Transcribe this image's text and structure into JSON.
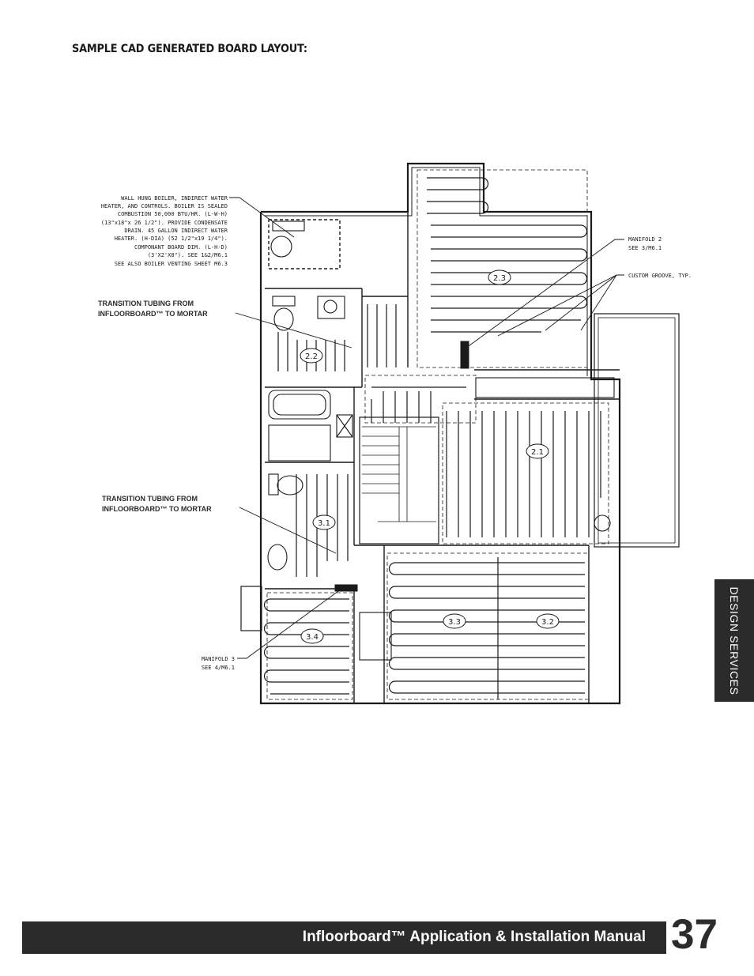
{
  "page": {
    "heading": "SAMPLE CAD GENERATED BOARD LAYOUT:",
    "side_tab": "DESIGN SERVICES",
    "footer_title": "Infloorboard™  Application & Installation Manual",
    "page_number": "37"
  },
  "plan": {
    "boiler_note": [
      "WALL HUNG BOILER, INDIRECT WATER",
      "HEATER, AND CONTROLS. BOILER IS SEALED",
      "COMBUSTION 50,000 BTU/HR. (L-W-H)",
      "(13\"x18\"x 26 1/2\"). PROVIDE CONDENSATE",
      "DRAIN. 45 GALLON INDIRECT WATER",
      "HEATER. (H-DIA) (52 1/2\"x19 1/4\").",
      "COMPONANT BOARD DIM. (L-H-D)",
      "(3'X2'X8\"). SEE 1&2/M6.1",
      "SEE ALSO BOILER VENTING SHEET M6.3"
    ],
    "transition_note_1": [
      "TRANSITION TUBING FROM",
      "INFLOORBOARD™ TO MORTAR"
    ],
    "transition_note_2": [
      "TRANSITION TUBING FROM",
      "INFLOORBOARD™ TO MORTAR"
    ],
    "manifold_2": [
      "MANIFOLD 2",
      "SEE 3/M6.1"
    ],
    "custom_groove": "CUSTOM GROOVE, TYP.",
    "manifold_3": [
      "MANIFOLD 3",
      "SEE 4/M6.1"
    ],
    "zones": [
      "2.3",
      "2.2",
      "2.1",
      "3.1",
      "3.3",
      "3.2",
      "3.4"
    ]
  }
}
